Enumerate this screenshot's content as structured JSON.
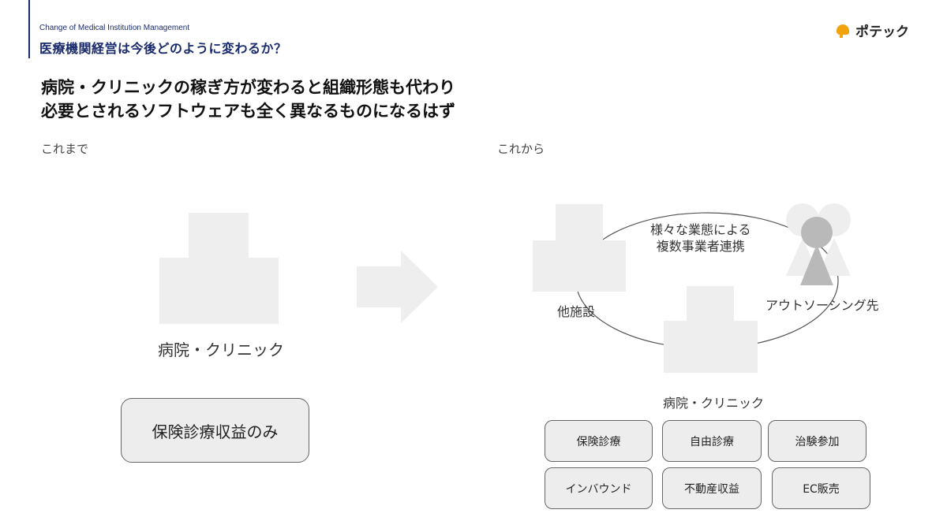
{
  "header": {
    "subtitle_en": "Change of Medical Institution Management",
    "subtitle_jp": "医療機関経営は今後どのように変わるか？",
    "logo_text": "ポテック"
  },
  "headline": {
    "line1": "病院・クリニックの稼ぎ方が変わると組織形態も代わり",
    "line2": "必要とされるソフトウェアも全く異なるものになるはず"
  },
  "before": {
    "label": "これまで",
    "institution_label": "病院・クリニック",
    "revenue_box": "保険診療収益のみ"
  },
  "after": {
    "label": "これから",
    "cycle_label_line1": "様々な業態による",
    "cycle_label_line2": "複数事業者連携",
    "other_facility_label": "他施設",
    "outsourcing_label": "アウトソーシング先",
    "institution_label": "病院・クリニック",
    "revenue_boxes": [
      "保険診療",
      "自由診療",
      "治験参加",
      "インバウンド",
      "不動産収益",
      "EC販売"
    ]
  },
  "colors": {
    "brand_navy": "#1a2b6d",
    "logo_orange": "#f2a20c",
    "shape_light_gray": "#eeeeee",
    "person_gray": "#b9b9b9"
  }
}
